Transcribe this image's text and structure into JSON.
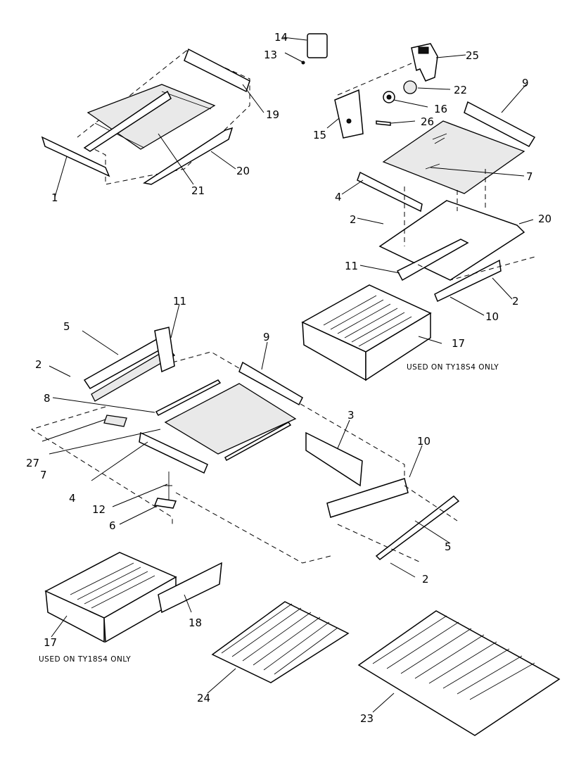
{
  "labels": {
    "l1": "1",
    "l2a": "2",
    "l2b": "2",
    "l2c": "2",
    "l2d": "2",
    "l3": "3",
    "l4a": "4",
    "l4b": "4",
    "l5a": "5",
    "l5b": "5",
    "l6": "6",
    "l7a": "7",
    "l7b": "7",
    "l8": "8",
    "l9a": "9",
    "l9b": "9",
    "l10a": "10",
    "l10b": "10",
    "l11a": "11",
    "l11b": "11",
    "l12": "12",
    "l13": "13",
    "l14": "14",
    "l15": "15",
    "l16": "16",
    "l17a": "17",
    "l17b": "17",
    "l18": "18",
    "l19": "19",
    "l20a": "20",
    "l20b": "20",
    "l21": "21",
    "l22": "22",
    "l23": "23",
    "l24": "24",
    "l25": "25",
    "l26": "26",
    "l27": "27"
  },
  "notes": {
    "upper_crisper": "USED ON TY18S4 ONLY",
    "lower_crisper": "USED ON TY18S4 ONLY"
  }
}
